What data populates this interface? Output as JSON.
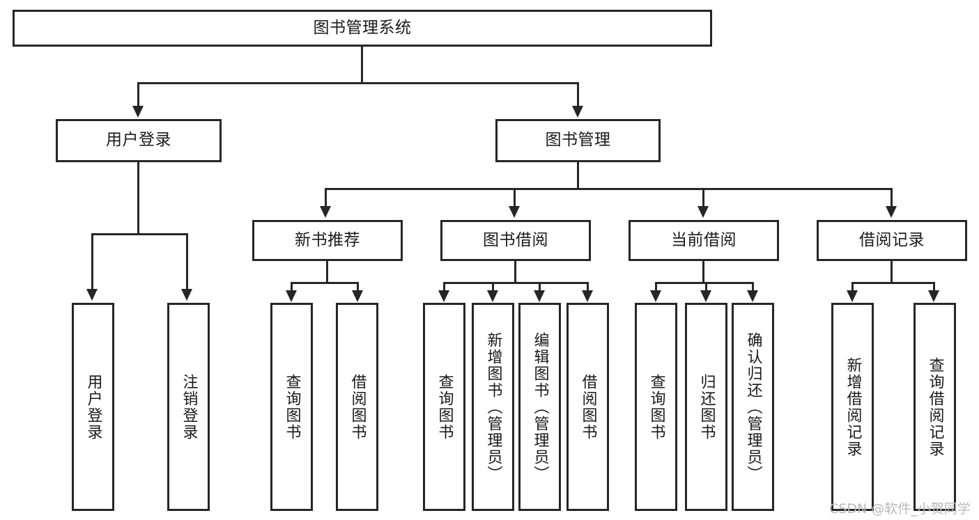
{
  "diagram": {
    "type": "tree",
    "title": "图书管理系统",
    "root": {
      "label": "图书管理系统",
      "children": [
        {
          "label": "用户登录",
          "children": [
            {
              "label": "用户登录"
            },
            {
              "label": "注销登录"
            }
          ]
        },
        {
          "label": "图书管理",
          "children": [
            {
              "label": "新书推荐",
              "children": [
                {
                  "label": "查询图书"
                },
                {
                  "label": "借阅图书"
                }
              ]
            },
            {
              "label": "图书借阅",
              "children": [
                {
                  "label": "查询图书"
                },
                {
                  "label": "新增图书（管理员）"
                },
                {
                  "label": "编辑图书（管理员）"
                },
                {
                  "label": "借阅图书"
                }
              ]
            },
            {
              "label": "当前借阅",
              "children": [
                {
                  "label": "查询图书"
                },
                {
                  "label": "归还图书"
                },
                {
                  "label": "确认归还（管理员）"
                }
              ]
            },
            {
              "label": "借阅记录",
              "children": [
                {
                  "label": "新增借阅记录"
                },
                {
                  "label": "查询借阅记录"
                }
              ]
            }
          ]
        }
      ]
    }
  },
  "nodes": {
    "root": "图书管理系统",
    "l1_user_login": "用户登录",
    "l1_book_mgmt": "图书管理",
    "l2_new_book_rec": "新书推荐",
    "l2_book_borrow": "图书借阅",
    "l2_current_borrow": "当前借阅",
    "l2_borrow_record": "借阅记录",
    "leaf_user_login": "用户登录",
    "leaf_logout": "注销登录",
    "leaf_rec_query_book": "查询图书",
    "leaf_rec_borrow_book": "借阅图书",
    "leaf_borrow_query_book": "查询图书",
    "leaf_borrow_add_book": "新增图书（管理员）",
    "leaf_borrow_edit_book": "编辑图书（管理员）",
    "leaf_borrow_borrow_book": "借阅图书",
    "leaf_cur_query_book": "查询图书",
    "leaf_cur_return_book": "归还图书",
    "leaf_cur_confirm_return": "确认归还（管理员）",
    "leaf_rec_add_record": "新增借阅记录",
    "leaf_rec_query_record": "查询借阅记录"
  },
  "watermark": {
    "text": "CSDN @软件_小贺同学"
  },
  "colors": {
    "stroke": "#262626",
    "box_fill": "#ffffff",
    "text": "#1a1a1a",
    "watermark": "#b9b9b9",
    "background": "#ffffff"
  }
}
